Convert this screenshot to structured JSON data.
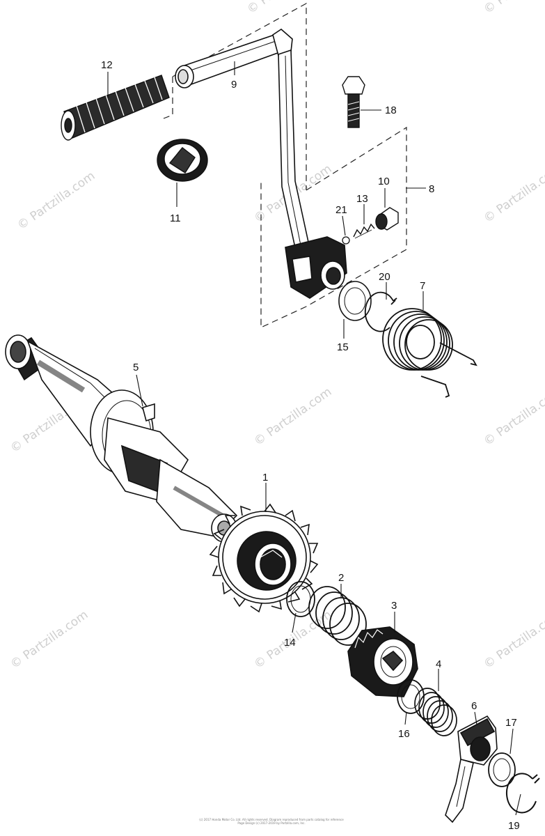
{
  "callouts": [
    "1",
    "2",
    "3",
    "4",
    "5",
    "6",
    "7",
    "8",
    "9",
    "10",
    "11",
    "12",
    "13",
    "14",
    "15",
    "16",
    "17",
    "18",
    "19",
    "20",
    "21"
  ],
  "watermark": "© Partzilla.com",
  "footer": {
    "line1": "(c) 2017 Honda Motor Co. Ltd. All rights reserved. Diagram reproduced from parts catalog for reference",
    "line2": "Page Design (c) 2017-2019 by Partzilla.com, Inc."
  }
}
